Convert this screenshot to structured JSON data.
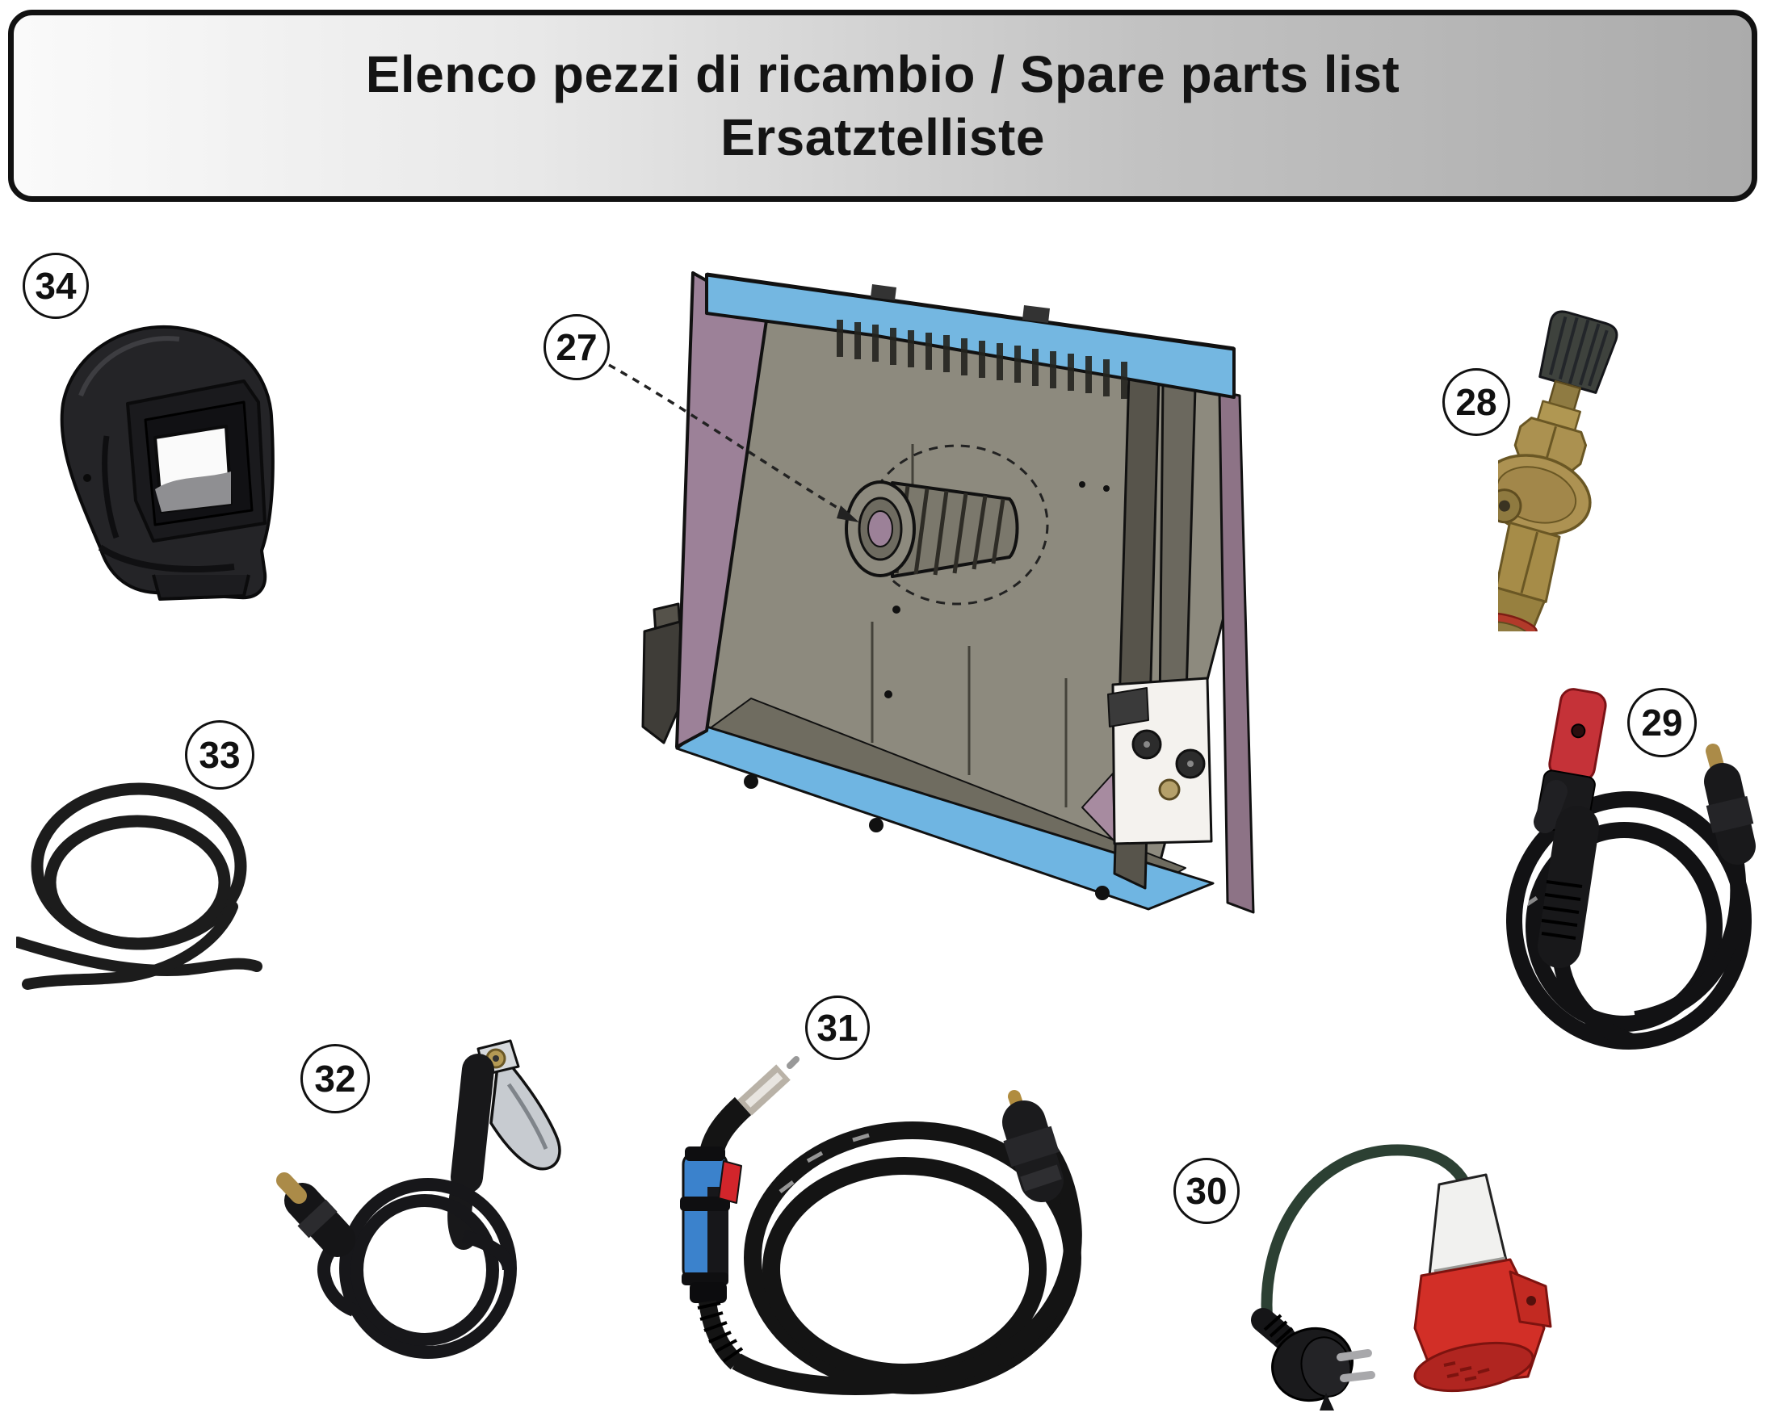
{
  "header": {
    "title_line1": "Elenco pezzi di ricambio / Spare parts list",
    "title_line2": "Ersatztelliste"
  },
  "callouts": [
    {
      "number": "27"
    },
    {
      "number": "28"
    },
    {
      "number": "29"
    },
    {
      "number": "30"
    },
    {
      "number": "31"
    },
    {
      "number": "32"
    },
    {
      "number": "33"
    },
    {
      "number": "34"
    }
  ],
  "colors": {
    "page_background": "#ffffff",
    "header_gradient_left": "#fafafa",
    "header_gradient_right": "#ababab",
    "header_border": "#111111",
    "machine_top_blue": "#74b7e1",
    "machine_bottom_blue": "#6fb5e2",
    "machine_panel_purple": "#9c8198",
    "machine_interior_gray": "#8d8a7e",
    "torch_handle_blue": "#3b82cc",
    "torch_trigger_red": "#d2252b",
    "electrode_holder_red": "#c53238",
    "cee_socket_red": "#d22f27",
    "power_cable_green": "#2c4033",
    "brass": "#ad9252"
  }
}
